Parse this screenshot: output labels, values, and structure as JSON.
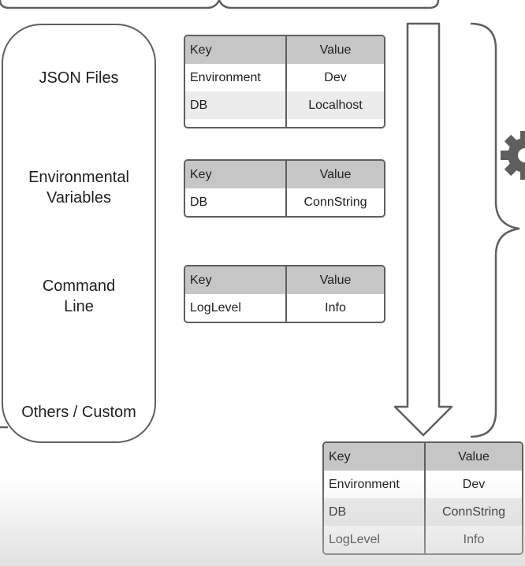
{
  "sources": {
    "items": [
      {
        "label": "JSON Files"
      },
      {
        "label": "Environmental\nVariables"
      },
      {
        "label": "Command\nLine"
      },
      {
        "label": "Others / Custom"
      }
    ]
  },
  "tables": {
    "json_files": {
      "key_header": "Key",
      "value_header": "Value",
      "rows": [
        {
          "key": "Environment",
          "value": "Dev"
        },
        {
          "key": "DB",
          "value": "Localhost"
        }
      ]
    },
    "env_vars": {
      "key_header": "Key",
      "value_header": "Value",
      "rows": [
        {
          "key": "DB",
          "value": "ConnString"
        }
      ]
    },
    "command_line": {
      "key_header": "Key",
      "value_header": "Value",
      "rows": [
        {
          "key": "LogLevel",
          "value": "Info"
        }
      ]
    },
    "merged": {
      "key_header": "Key",
      "value_header": "Value",
      "rows": [
        {
          "key": "Environment",
          "value": "Dev"
        },
        {
          "key": "DB",
          "value": "ConnString"
        },
        {
          "key": "LogLevel",
          "value": "Info"
        }
      ]
    }
  },
  "icons": {
    "gear": "gear-icon",
    "arrow": "down-arrow-icon"
  },
  "colors": {
    "stroke": "#5f5f5f",
    "header_fill": "#c6c6c6",
    "alt_row_fill": "#ececec"
  }
}
